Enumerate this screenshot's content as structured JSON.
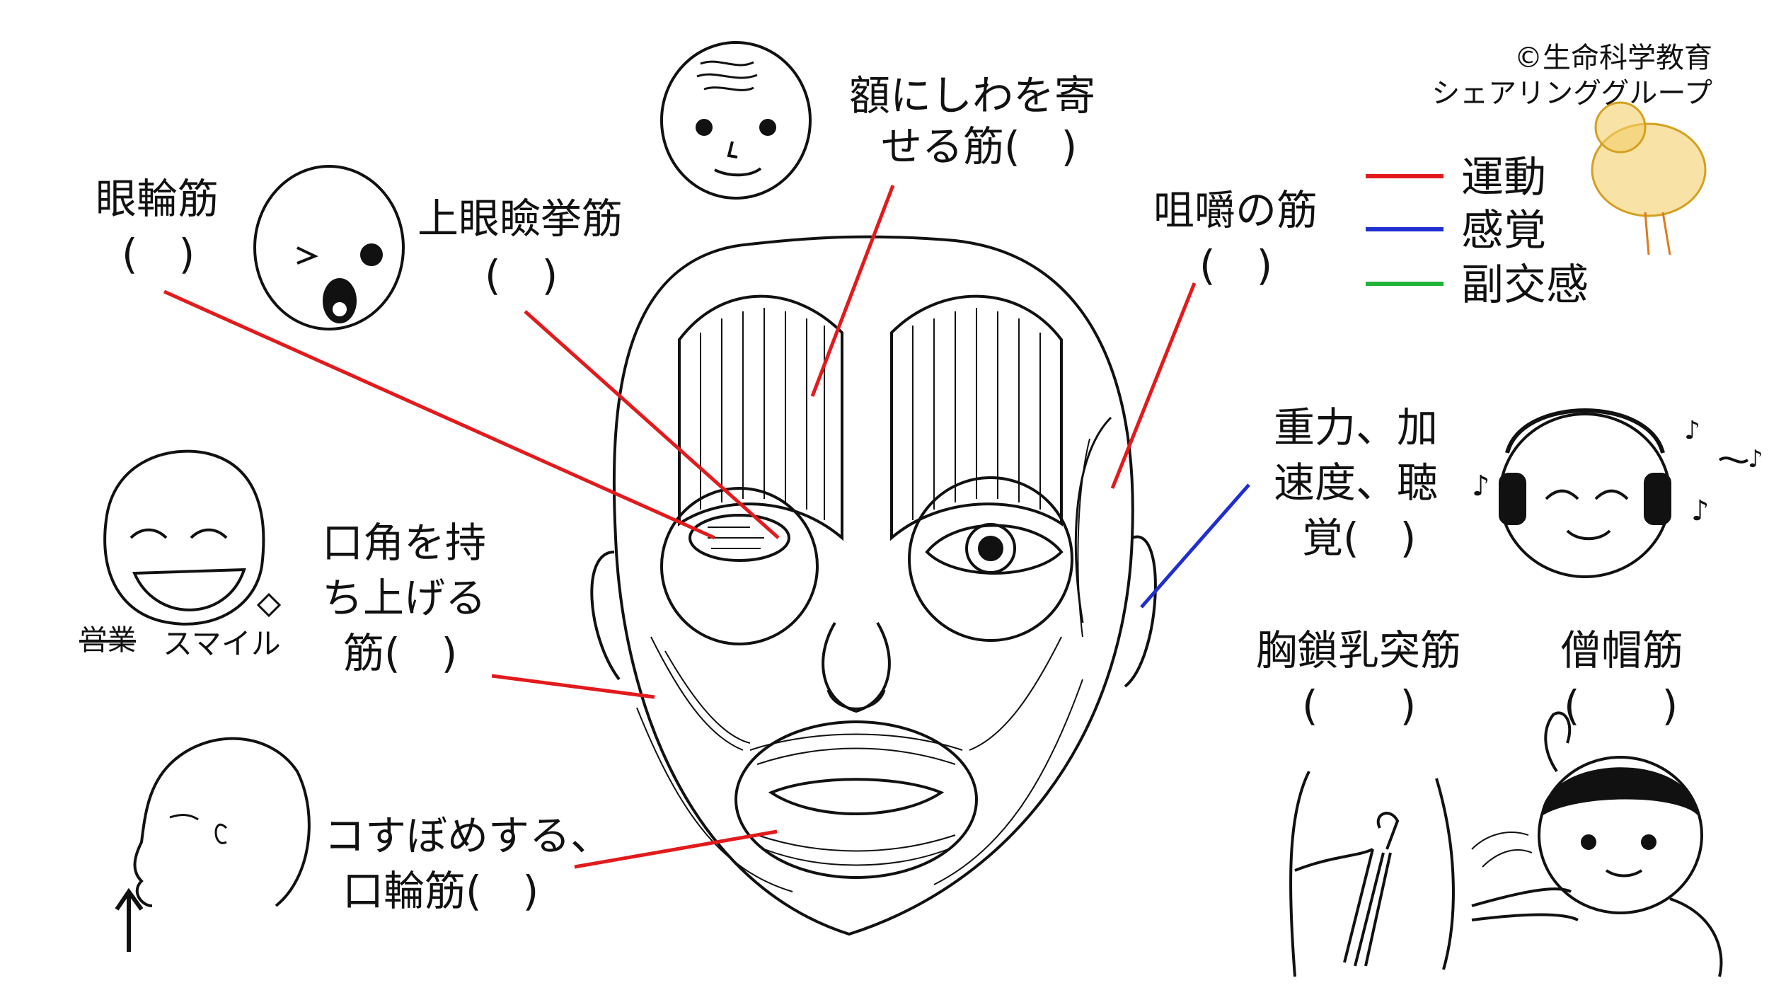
{
  "copyright": {
    "line1": "©生命科学教育",
    "line2": "シェアリンググループ"
  },
  "legend": [
    {
      "label": "運動",
      "color": "#e31a1c"
    },
    {
      "label": "感覚",
      "color": "#1f2fcf"
    },
    {
      "label": "副交感",
      "color": "#22b33a"
    }
  ],
  "labels": {
    "forehead_line1": "額にしわを寄",
    "forehead_line2": "せる筋(　)",
    "orbicularis_line1": "眼輪筋",
    "orbicularis_line2": "(　)",
    "levator_line1": "上眼瞼挙筋",
    "levator_line2": "(　)",
    "mastication_line1": "咀嚼の筋",
    "mastication_line2": "(　)",
    "gravity_line1": "重力、加",
    "gravity_line2": "速度、聴",
    "gravity_line3": "覚(　)",
    "mouthcorner_line1": "口角を持",
    "mouthcorner_line2": "ち上げる",
    "mouthcorner_line3": "筋(　)",
    "purse_line1": "コすぼめする、",
    "purse_line2": "口輪筋(　)",
    "scm_line1": "胸鎖乳突筋",
    "scm_line2": "(　　)",
    "trapezius_line1": "僧帽筋",
    "trapezius_line2": "(　　)",
    "smile_text": "スマイル",
    "smile_crossed": "営業"
  }
}
